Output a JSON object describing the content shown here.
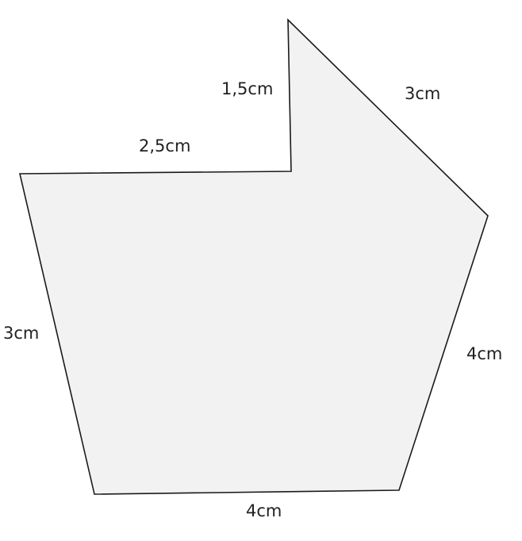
{
  "figure": {
    "fill_color": "#f2f2f2",
    "stroke_color": "#1a1a1a",
    "labels": {
      "top_left_edge": "2,5cm",
      "notch_edge": "1,5cm",
      "top_right_edge": "3cm",
      "right_edge": "4cm",
      "bottom_edge": "4cm",
      "left_edge": "3cm"
    }
  }
}
